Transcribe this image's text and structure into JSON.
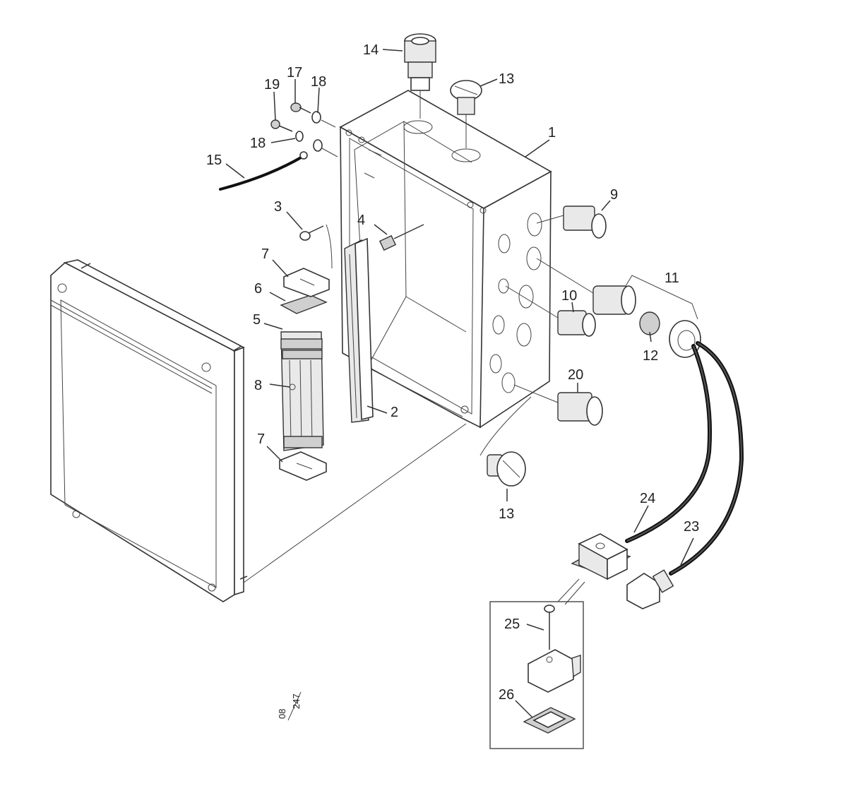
{
  "callouts": {
    "n1": "1",
    "n2": "2",
    "n3": "3",
    "n4": "4",
    "n5": "5",
    "n6": "6",
    "n7a": "7",
    "n7b": "7",
    "n8": "8",
    "n9": "9",
    "n10": "10",
    "n11": "11",
    "n12": "12",
    "n13a": "13",
    "n13b": "13",
    "n14": "14",
    "n15": "15",
    "n17": "17",
    "n18a": "18",
    "n18b": "18",
    "n19": "19",
    "n20": "20",
    "n23": "23",
    "n24": "24",
    "n25": "25",
    "n26": "26"
  },
  "drawing_ref": {
    "num": "08",
    "den": "247"
  }
}
